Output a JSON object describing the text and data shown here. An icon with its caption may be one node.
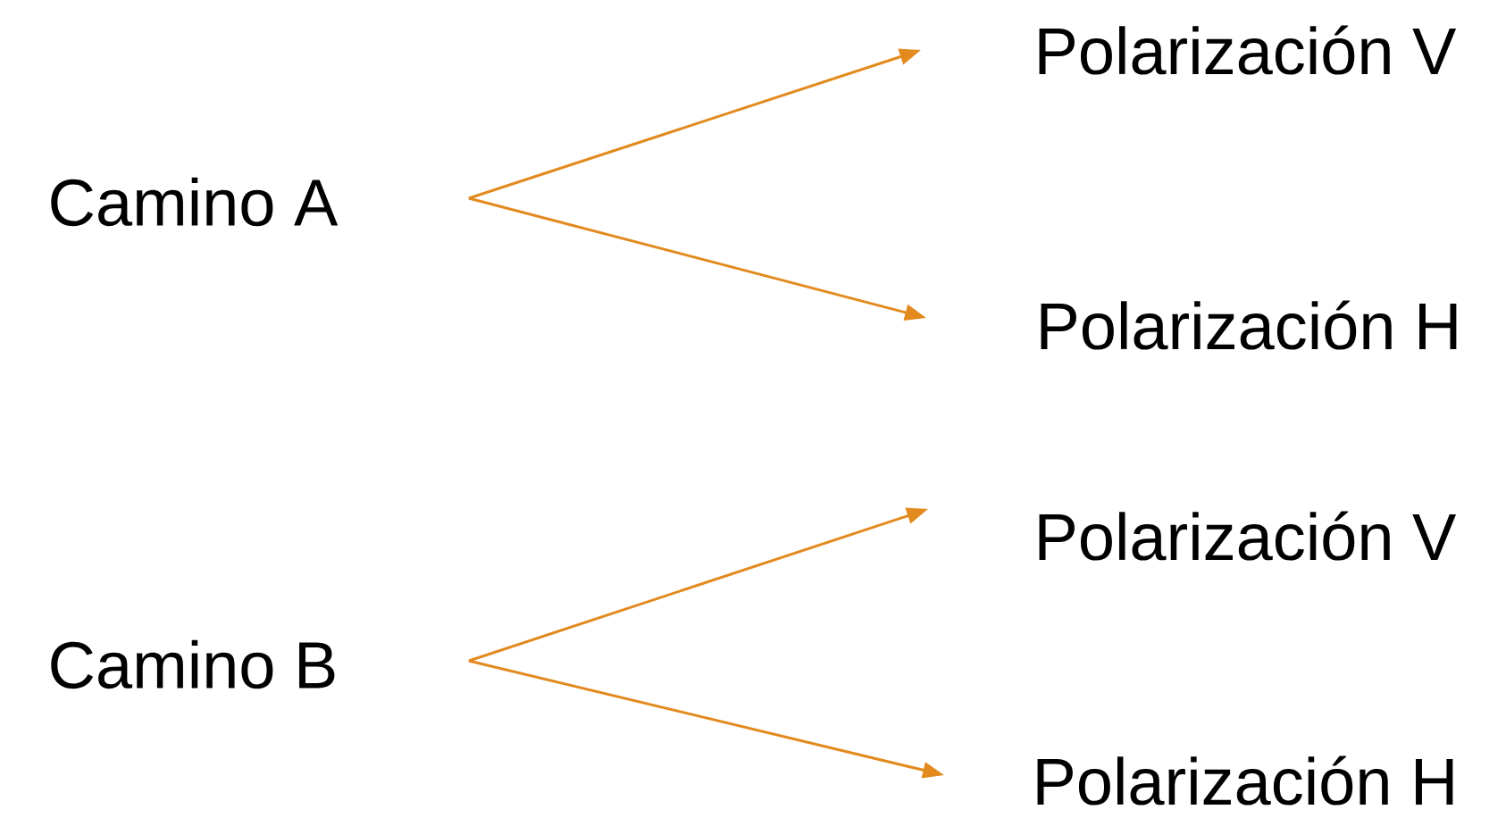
{
  "diagram": {
    "nodes": [
      {
        "text": [
          "Camino A"
        ]
      },
      {
        "text": [
          "Polarización V"
        ]
      },
      {
        "text": [
          "Polarización H"
        ]
      },
      {
        "text": [
          "Camino B"
        ]
      },
      {
        "text": [
          "Polarización V"
        ]
      },
      {
        "text": [
          "Polarización H"
        ]
      }
    ],
    "edges": [
      {
        "from": 0,
        "to": 1,
        "arrow": "to"
      },
      {
        "from": 0,
        "to": 2,
        "arrow": "to"
      },
      {
        "from": 3,
        "to": 4,
        "arrow": "to"
      },
      {
        "from": 3,
        "to": 5,
        "arrow": "to"
      }
    ]
  }
}
